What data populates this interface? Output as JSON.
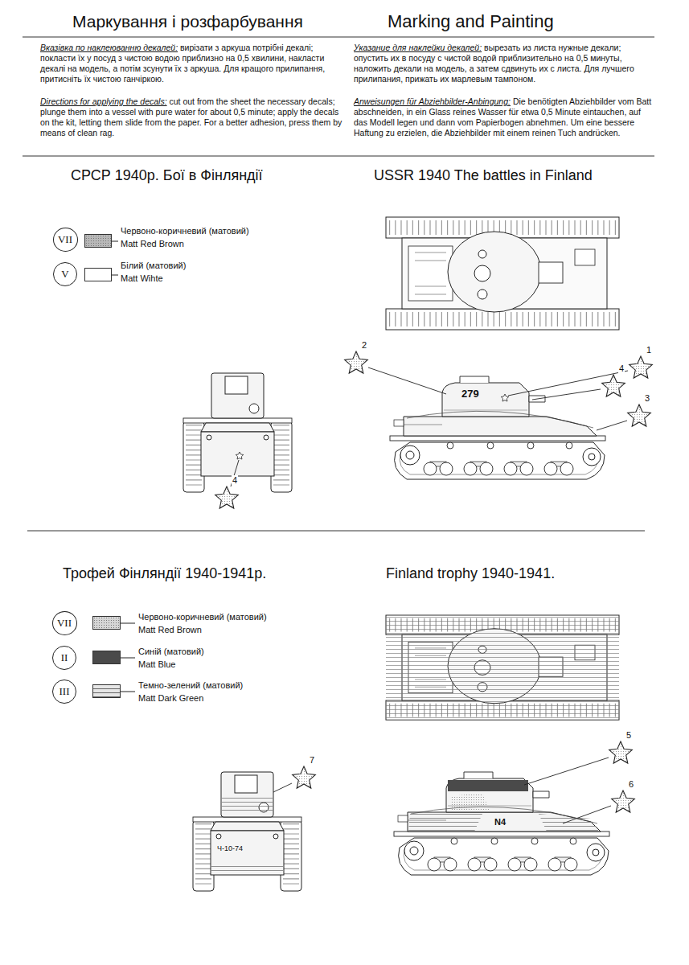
{
  "diagram": {
    "title": "Маркування і розфарбування",
    "nodes": [
      {
        "text": [
          "VII"
        ]
      },
      {
        "text": [
          "V"
        ]
      },
      {
        "text": [
          "2"
        ]
      },
      {
        "text": [
          "1"
        ]
      },
      {
        "text": [
          "4"
        ]
      },
      {
        "text": [
          "3"
        ]
      },
      {
        "text": [
          "4"
        ]
      },
      {
        "text": [
          "VII"
        ]
      },
      {
        "text": [
          "II"
        ]
      },
      {
        "text": [
          "III"
        ]
      },
      {
        "text": [
          "5"
        ]
      },
      {
        "text": [
          "7"
        ]
      },
      {
        "text": [
          "6"
        ]
      }
    ],
    "labels": [
      "Marking and Painting",
      "Вказівка по наклеюванню декалей:",
      "вирізати з аркуша потрібні декалі; покласти їх у посуд з чистою водою приблизно на 0,5 хвилини, накласти декалі на модель, а потім зсунути їх з аркуша. Для кращого прилипання, притисніть їх чистою ганчіркою.",
      "Directions for applying the decals:",
      "cut out from the sheet the necessary decals; plunge them into a vessel with pure water for about 0,5 minute; apply the decals on the kit, letting them slide from the paper. For a better adhesion, press them by means of clean rag.",
      "Указание для наклейки декалей:",
      "вырезать из листа нужные декали; опустить их в посуду с чистой водой приблизительно на 0,5 минуты, наложить декали на модель, а затем сдвинуть их с листа. Для лучшего прилипания, прижать их марлевым тампоном.",
      "Anweisungen für Abziehbilder-Anbingung:",
      "Die benötigten Abziehbilder vom Batt abschneiden, in ein Glass reines Wasser für etwa 0,5 Minute eintauchen, auf das Modell legen und dann vom Papierbogen abnehmen. Um eine bessere Haftung zu erzielen, die Abziehbilder mit einem reinen Tuch andrücken.",
      "СРСР 1940р. Бої в Фінляндії",
      "USSR 1940 The battles in Finland",
      "Matt Red Brown",
      "Matt Wihte",
      "279",
      "Трофей Фінляндії 1940-1941р.",
      "Finland trophy 1940-1941.",
      "Matt Red Brown",
      "Matt Blue",
      "Matt Dark Green",
      "N4",
      "Ч-10-74"
    ],
    "legend": [
      {
        "text": "Червоно-коричневий (матовий)",
        "color": "#b8b8b8"
      },
      {
        "text": "Білий (матовий)",
        "color": "#ffffff"
      },
      {
        "text": "Червоно-коричневий (матовий)",
        "color": "#d6d6d6"
      },
      {
        "text": "Синій (матовий)",
        "color": "#4a4a4a"
      },
      {
        "text": "Темно-зелений (матовий)",
        "color": "#e6e6e6"
      }
    ]
  }
}
